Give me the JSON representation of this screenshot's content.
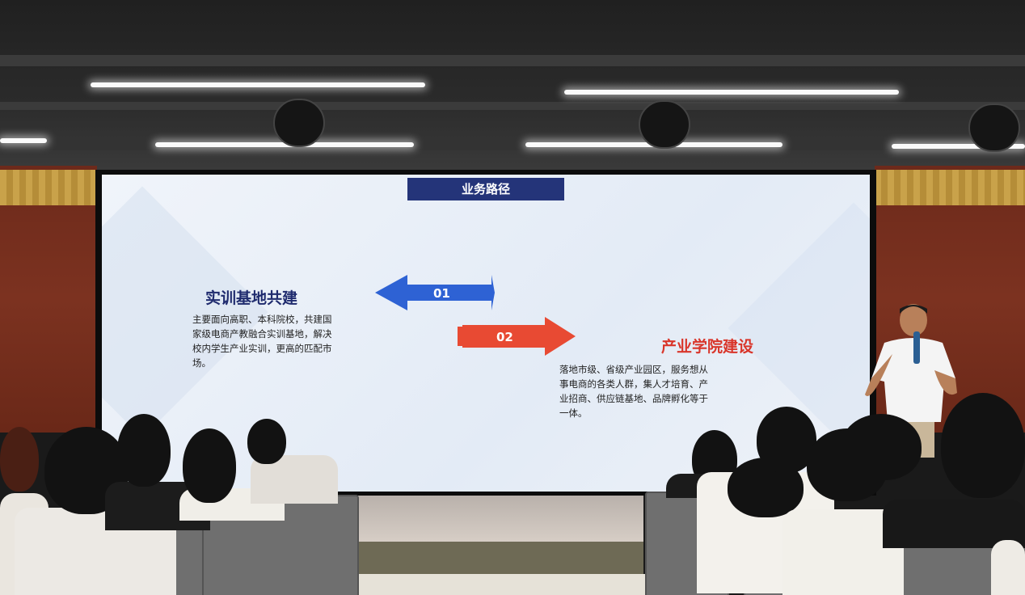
{
  "slide": {
    "title": "业务路径",
    "arrow_1_label": "01",
    "arrow_2_label": "02",
    "left_heading": "实训基地共建",
    "left_text": [
      "主要面向高职、本科院校，共建国",
      "家级电商产教融合实训基地，解决",
      "校内学生产业实训，更高的匹配市",
      "场。"
    ],
    "right_heading": "产业学院建设",
    "right_text": [
      "落地市级、省级产业园区，服务想从",
      "事电商的各类人群，集人才培育、产",
      "业招商、供应链基地、品牌孵化等于",
      "一体。"
    ]
  },
  "colors": {
    "title_bar": "#243479",
    "left_heading": "#1f2b6e",
    "right_heading": "#d9352a",
    "arrow_blue": "#2e62d4",
    "arrow_red": "#e84a33"
  }
}
